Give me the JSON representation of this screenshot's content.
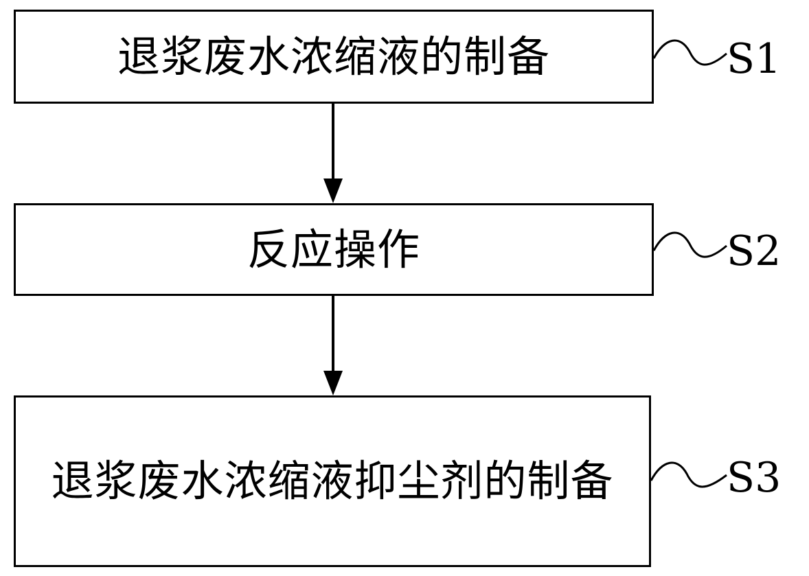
{
  "steps": [
    {
      "id": "S1",
      "text": "退浆废水浓缩液的制备"
    },
    {
      "id": "S2",
      "text": "反应操作"
    },
    {
      "id": "S3",
      "text": "退浆废水浓缩液抑尘剂的制备"
    }
  ],
  "colors": {
    "stroke": "#000000",
    "background": "#ffffff"
  }
}
